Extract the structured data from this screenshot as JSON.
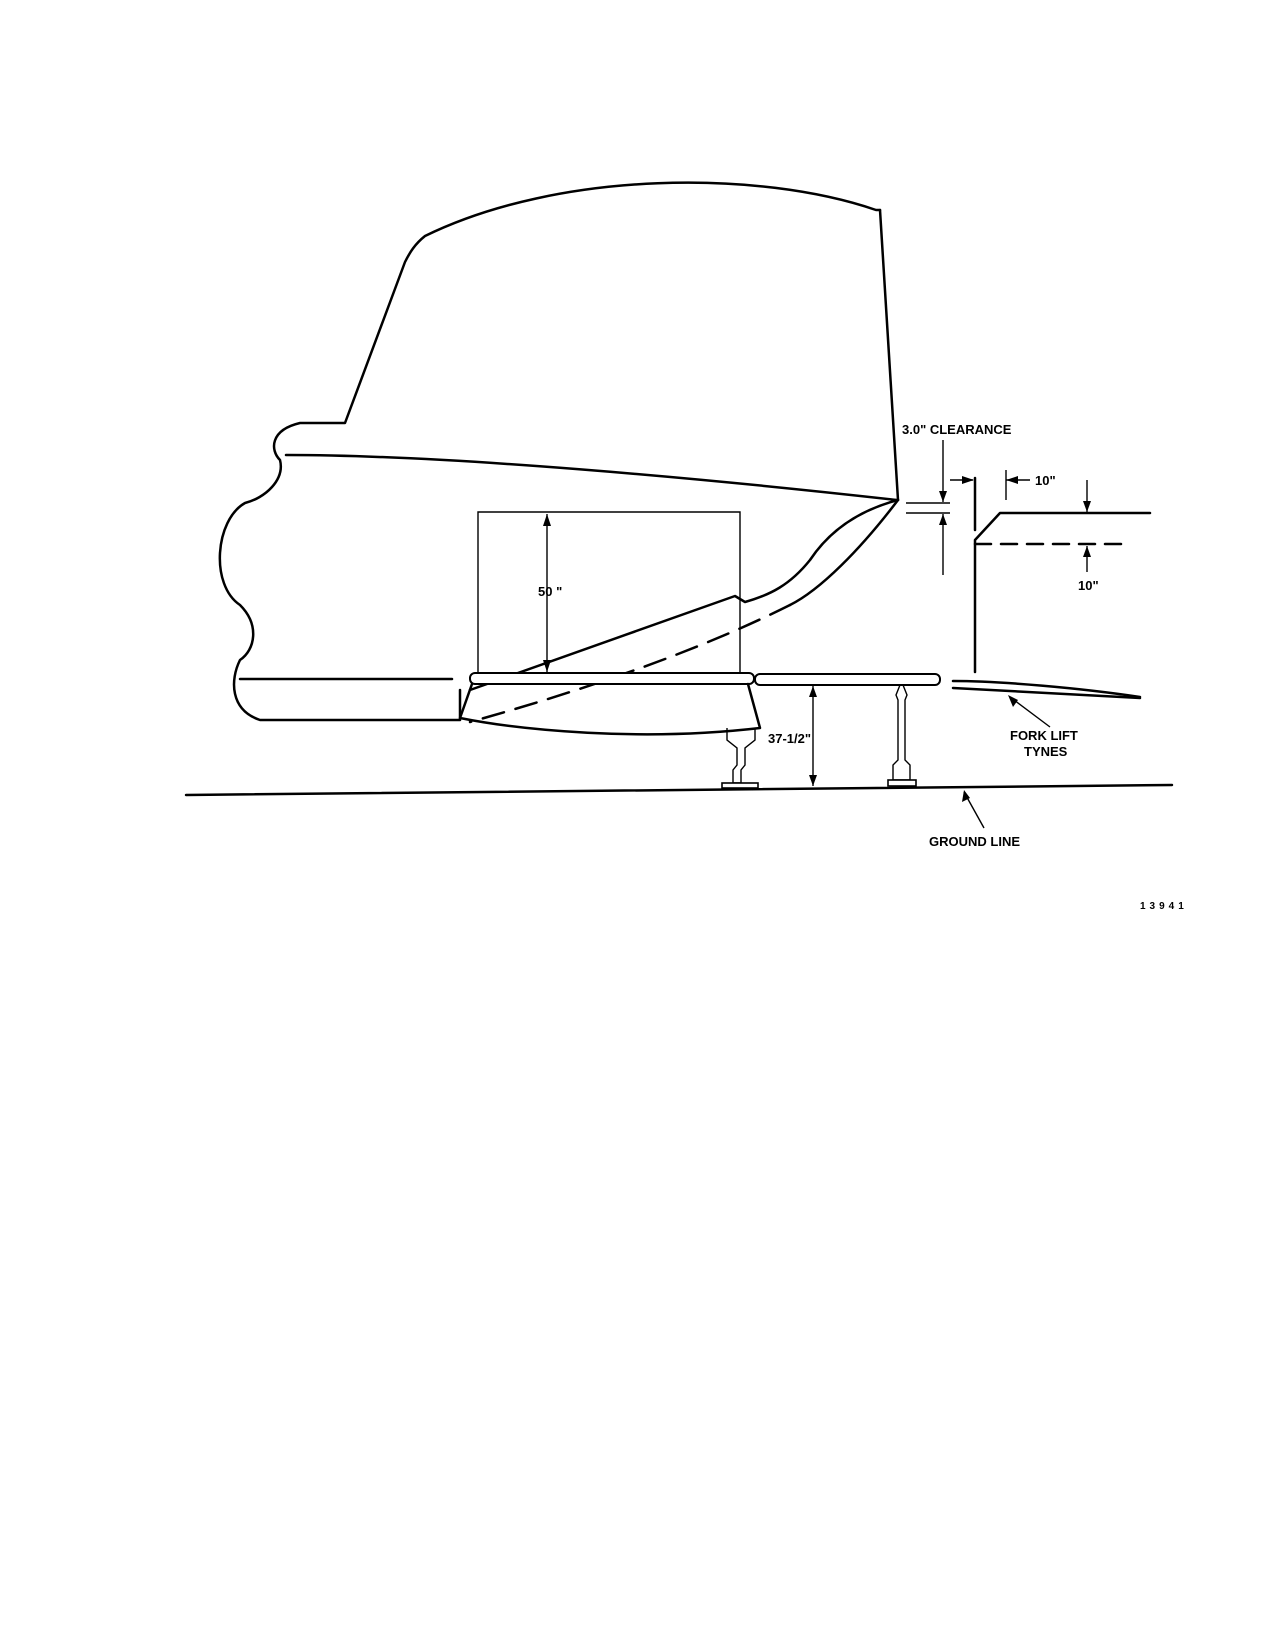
{
  "labels": {
    "clearance": "3.0\" CLEARANCE",
    "width_top": "10\"",
    "width_side": "10\"",
    "load_height": "50 \"",
    "stand_height": "37-1/2\"",
    "fork_lift_1": "FORK LIFT",
    "fork_lift_2": "TYNES",
    "ground": "GROUND LINE",
    "figure_number": "13941"
  }
}
